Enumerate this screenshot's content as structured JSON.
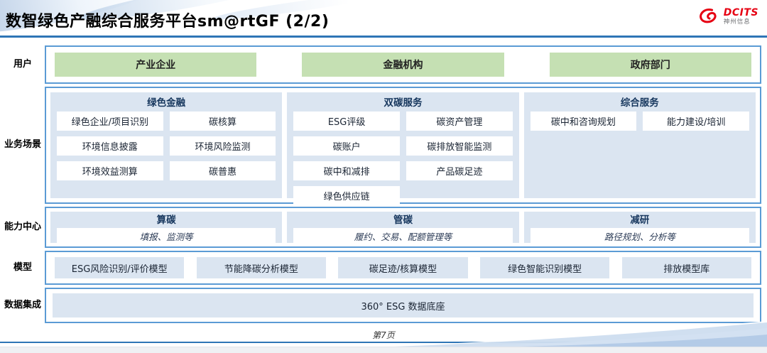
{
  "header": {
    "title": "数智绿色产融综合服务平台sm@rtGF (2/2)",
    "logo": {
      "brand": "DCITS",
      "company": "神州信息"
    }
  },
  "rows": {
    "users": {
      "label": "用户",
      "items": [
        "产业企业",
        "金融机构",
        "政府部门"
      ]
    },
    "scenarios": {
      "label": "业务场景",
      "groups": [
        {
          "title": "绿色金融",
          "items": [
            "绿色企业/项目识别",
            "碳核算",
            "环境信息披露",
            "环境风险监测",
            "环境效益测算",
            "碳普惠"
          ]
        },
        {
          "title": "双碳服务",
          "items": [
            "ESG评级",
            "碳资产管理",
            "碳账户",
            "碳排放智能监测",
            "碳中和减排",
            "产品碳足迹",
            "绿色供应链"
          ]
        },
        {
          "title": "综合服务",
          "items": [
            "碳中和咨询规划",
            "能力建设/培训"
          ]
        }
      ]
    },
    "capabilities": {
      "label": "能力中心",
      "groups": [
        {
          "title": "算碳",
          "desc": "填报、监测等"
        },
        {
          "title": "管碳",
          "desc": "履约、交易、配额管理等"
        },
        {
          "title": "减研",
          "desc": "路径规划、分析等"
        }
      ]
    },
    "models": {
      "label": "模型",
      "items": [
        "ESG风险识别/评价模型",
        "节能降碳分析模型",
        "碳足迹/核算模型",
        "绿色智能识别模型",
        "排放模型库"
      ]
    },
    "data_integration": {
      "label": "数据集成",
      "items": [
        "360° ESG 数据底座"
      ]
    }
  },
  "footer": {
    "page": "第7页"
  },
  "colors": {
    "accent_blue": "#2e75b6",
    "box_border_blue": "#5b9bd5",
    "panel_fill_blue": "#dbe5f1",
    "user_chip_green": "#c5e0b3",
    "heading_navy": "#17375e",
    "brand_red": "#e60012"
  }
}
